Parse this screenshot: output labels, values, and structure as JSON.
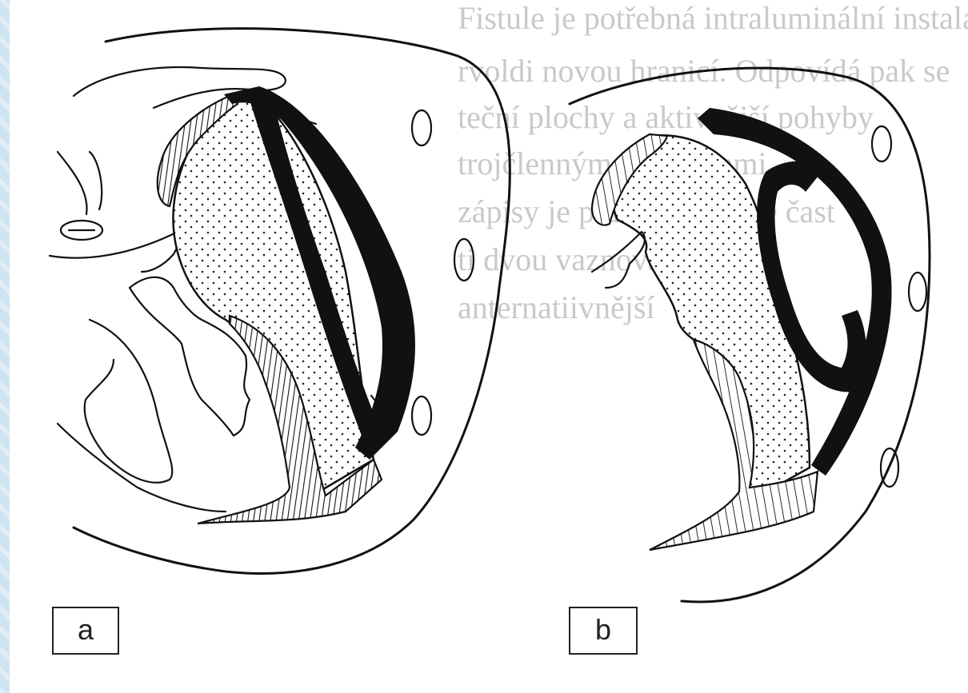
{
  "panels": [
    {
      "label": "a"
    },
    {
      "label": "b"
    }
  ],
  "background_text": [
    "Fistule je potřebná intraluminální instalaci",
    "rvoldi novou hranicí. Odpovídá pak se",
    "teční plochy a aktivnější pohyby",
    "trojčlenným — oporami",
    "zápisy je pravá hranicí je čast",
    "ti dvou vaznovaných",
    "anternatiivnější"
  ],
  "colors": {
    "frame_bg": "#cfe4f2",
    "paper": "#ffffff",
    "ink": "#111111",
    "ghost_text": "#c9c9c9"
  }
}
